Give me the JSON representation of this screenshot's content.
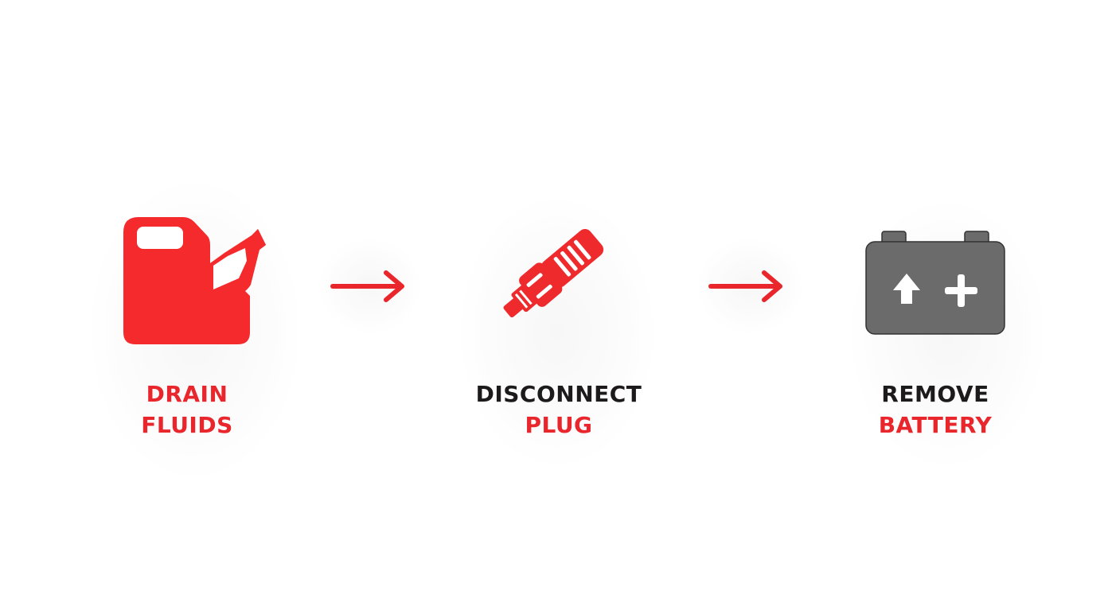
{
  "colors": {
    "accent": "#e8262b",
    "dark": "#1c1a1a",
    "battery": "#6b6b6b"
  },
  "steps": [
    {
      "icon": "fuel-can-icon",
      "line1": "DRAIN",
      "line2": "FLUIDS",
      "line1_color": "accent",
      "line2_color": "accent"
    },
    {
      "icon": "spark-plug-icon",
      "line1": "DISCONNECT",
      "line2": "PLUG",
      "line1_color": "dark",
      "line2_color": "accent"
    },
    {
      "icon": "battery-icon",
      "line1": "REMOVE",
      "line2": "BATTERY",
      "line1_color": "dark",
      "line2_color": "accent"
    }
  ],
  "connectors": [
    {
      "icon": "arrow-right-icon"
    },
    {
      "icon": "arrow-right-icon"
    }
  ]
}
